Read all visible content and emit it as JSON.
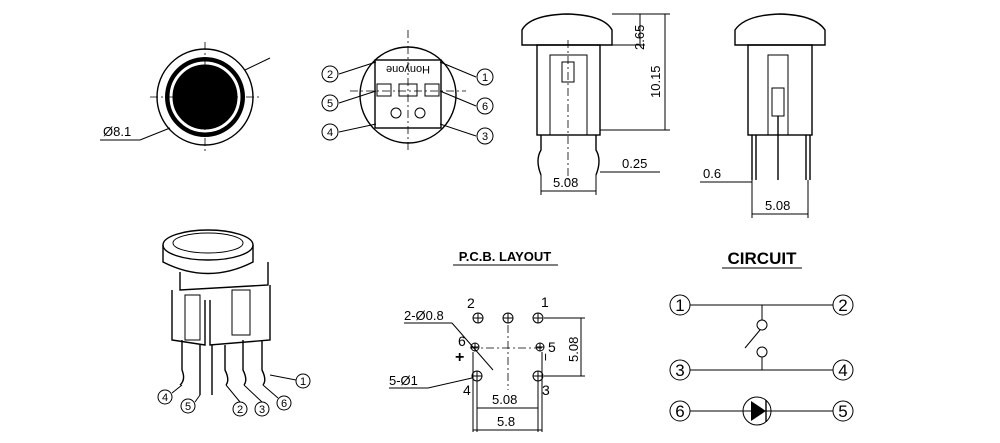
{
  "top_view": {
    "diameter_label": "Ø8.1"
  },
  "bottom_view": {
    "brand_text": "Honyone",
    "pin_labels": [
      "1",
      "2",
      "3",
      "4",
      "5",
      "6"
    ]
  },
  "side_view_front": {
    "dim_cap": "2.65",
    "dim_height": "10.15",
    "dim_pitch": "5.08",
    "dim_lead": "0.25"
  },
  "side_view_side": {
    "dim_lead_width": "0.6",
    "dim_pitch": "5.08"
  },
  "iso_view": {
    "pin_labels": [
      "4",
      "5",
      "2",
      "3",
      "6",
      "1"
    ]
  },
  "pcb_layout": {
    "title": "P.C.B. LAYOUT",
    "pin_labels": {
      "p1": "1",
      "p2": "2",
      "p3": "3",
      "p4": "4",
      "p5": "5",
      "p6": "6"
    },
    "plus": "+",
    "minus": "−",
    "hole_small": "2-Ø0.8",
    "hole_large": "5-Ø1",
    "dim_vertical": "5.08",
    "dim_inner": "5.08",
    "dim_outer": "5.8"
  },
  "circuit": {
    "title": "CIRCUIT",
    "nodes": {
      "n1": "1",
      "n2": "2",
      "n3": "3",
      "n4": "4",
      "n5": "5",
      "n6": "6"
    }
  }
}
